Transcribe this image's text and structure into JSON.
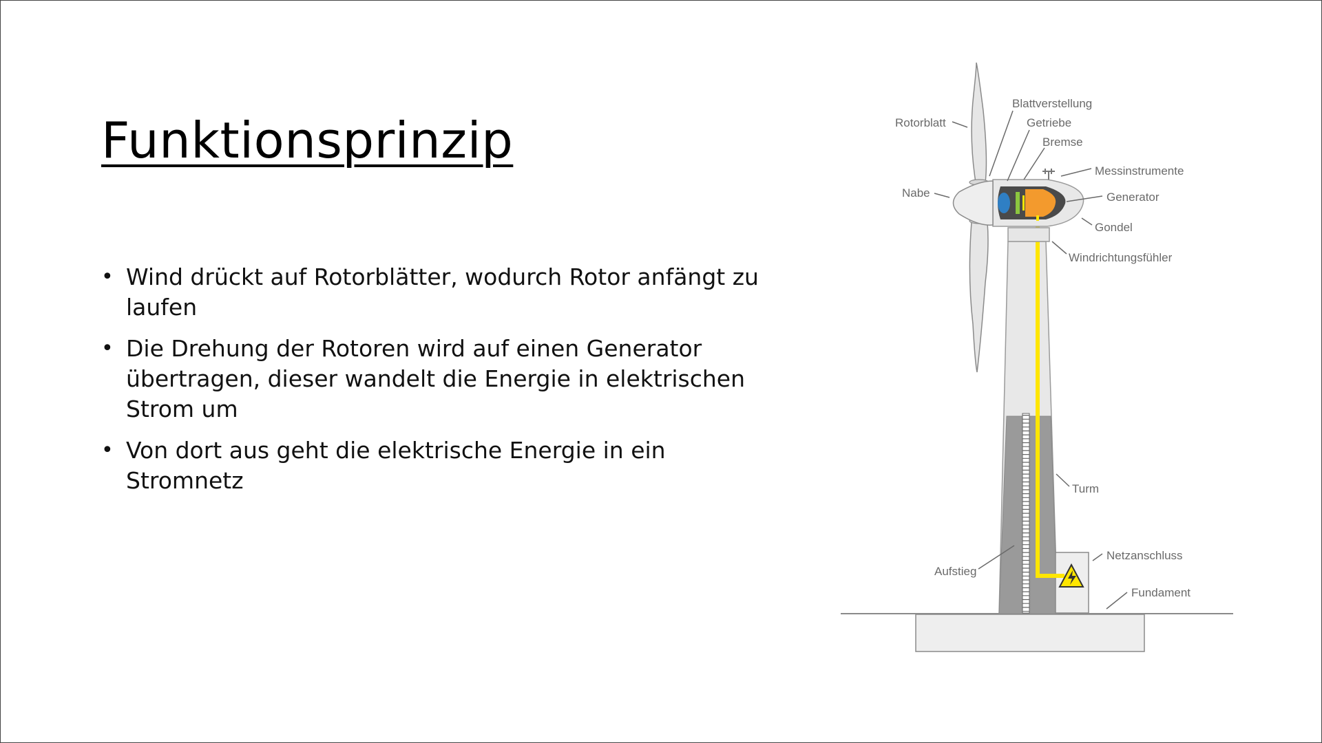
{
  "slide": {
    "title": "Funktionsprinzip",
    "bullets": [
      {
        "lines": [
          "Wind drückt auf Rotorblätter, wodurch  Rotor anfängt zu",
          "laufen"
        ]
      },
      {
        "lines": [
          "Die Drehung der Rotoren wird auf einen Generator",
          "übertragen, dieser wandelt die Energie in elektrischen",
          "Strom um"
        ]
      },
      {
        "lines": [
          "Von dort aus geht die elektrische Energie in ein",
          "Stromnetz"
        ]
      }
    ]
  },
  "diagram": {
    "labels": {
      "rotorblatt": "Rotorblatt",
      "blattverstellung": "Blattverstellung",
      "getriebe": "Getriebe",
      "bremse": "Bremse",
      "messinstrumente": "Messinstrumente",
      "nabe": "Nabe",
      "generator": "Generator",
      "gondel": "Gondel",
      "windrichtungsfuehler": "Windrichtungsfühler",
      "turm": "Turm",
      "netzanschluss": "Netzanschluss",
      "aufstieg": "Aufstieg",
      "fundament": "Fundament"
    },
    "colors": {
      "label": "#6a6a6a",
      "tower_light": "#e6e6e6",
      "tower_dark": "#9a9a9a",
      "cable": "#ffe600",
      "generator": "#f39a2d",
      "hub_blue": "#2f7fc4",
      "gear_green": "#8cc63f",
      "nacelle_interior": "#4a4a4a",
      "outline": "#8a8a8a"
    }
  }
}
